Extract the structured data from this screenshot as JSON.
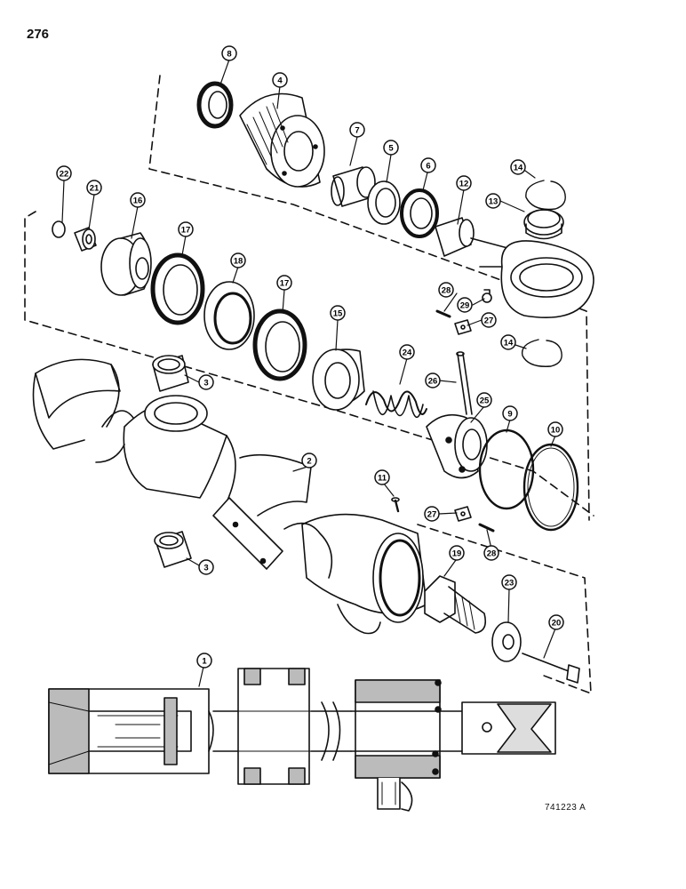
{
  "page": {
    "page_number": "276",
    "figure_ref": "741223 A"
  },
  "callouts": [
    {
      "label": "1"
    },
    {
      "label": "2"
    },
    {
      "label": "3"
    },
    {
      "label": "3"
    },
    {
      "label": "4"
    },
    {
      "label": "5"
    },
    {
      "label": "6"
    },
    {
      "label": "7"
    },
    {
      "label": "8"
    },
    {
      "label": "9"
    },
    {
      "label": "10"
    },
    {
      "label": "11"
    },
    {
      "label": "12"
    },
    {
      "label": "13"
    },
    {
      "label": "14"
    },
    {
      "label": "14"
    },
    {
      "label": "15"
    },
    {
      "label": "16"
    },
    {
      "label": "17"
    },
    {
      "label": "17"
    },
    {
      "label": "18"
    },
    {
      "label": "19"
    },
    {
      "label": "20"
    },
    {
      "label": "21"
    },
    {
      "label": "22"
    },
    {
      "label": "23"
    },
    {
      "label": "24"
    },
    {
      "label": "25"
    },
    {
      "label": "26"
    },
    {
      "label": "27"
    },
    {
      "label": "27"
    },
    {
      "label": "28"
    },
    {
      "label": "28"
    },
    {
      "label": "29"
    }
  ]
}
